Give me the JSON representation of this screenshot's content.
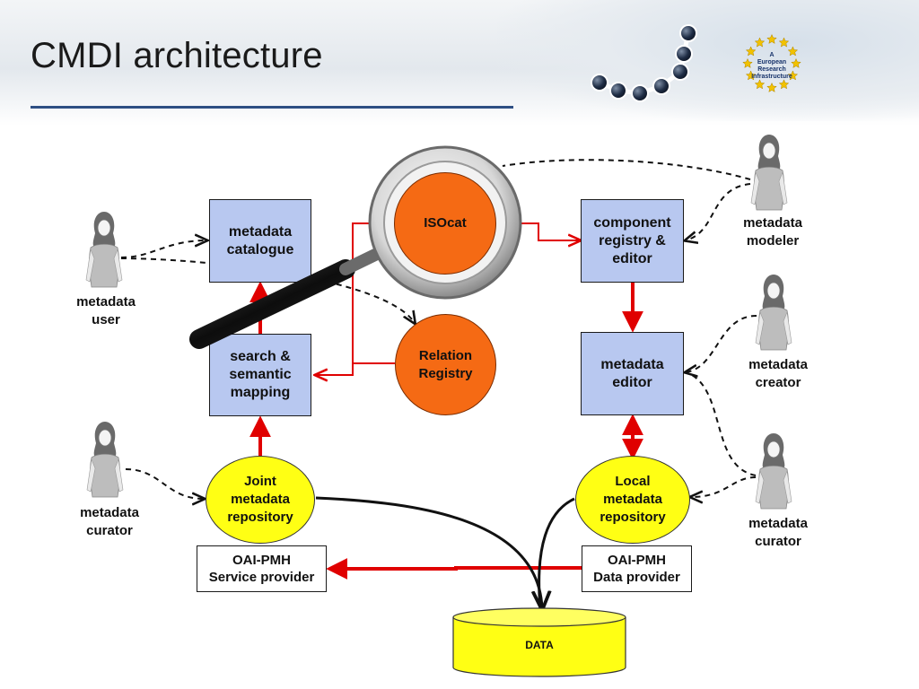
{
  "title": "CMDI architecture",
  "logo": {
    "text": "A\nEuropean\nResearch\nInfrastructure"
  },
  "colors": {
    "box_fill": "#b8c8f0",
    "orange_fill": "#f56a14",
    "yellow_fill": "#ffff14",
    "arrow_red": "#e00000",
    "title_rule": "#2e4f84"
  },
  "nodes": {
    "metadata_catalogue": "metadata\ncatalogue",
    "search_semantic_mapping": "search &\nsemantic\nmapping",
    "isocat": "ISOcat",
    "relation_registry": "Relation\nRegistry",
    "component_registry": "component\nregistry &\neditor",
    "metadata_editor": "metadata\neditor",
    "joint_repository": "Joint\nmetadata\nrepository",
    "local_repository": "Local\nmetadata\nrepository",
    "oai_service_provider": "OAI-PMH\nService provider",
    "oai_data_provider": "OAI-PMH\nData provider",
    "data": "DATA"
  },
  "actors": {
    "metadata_user": "metadata\nuser",
    "metadata_curator_left": "metadata\ncurator",
    "metadata_modeler": "metadata\nmodeler",
    "metadata_creator": "metadata\ncreator",
    "metadata_curator_right": "metadata\ncurator"
  },
  "icons": [
    "person-icon",
    "magnifying-glass-icon",
    "database-cylinder-icon",
    "eu-stars-logo-icon",
    "network-dots-icon"
  ]
}
